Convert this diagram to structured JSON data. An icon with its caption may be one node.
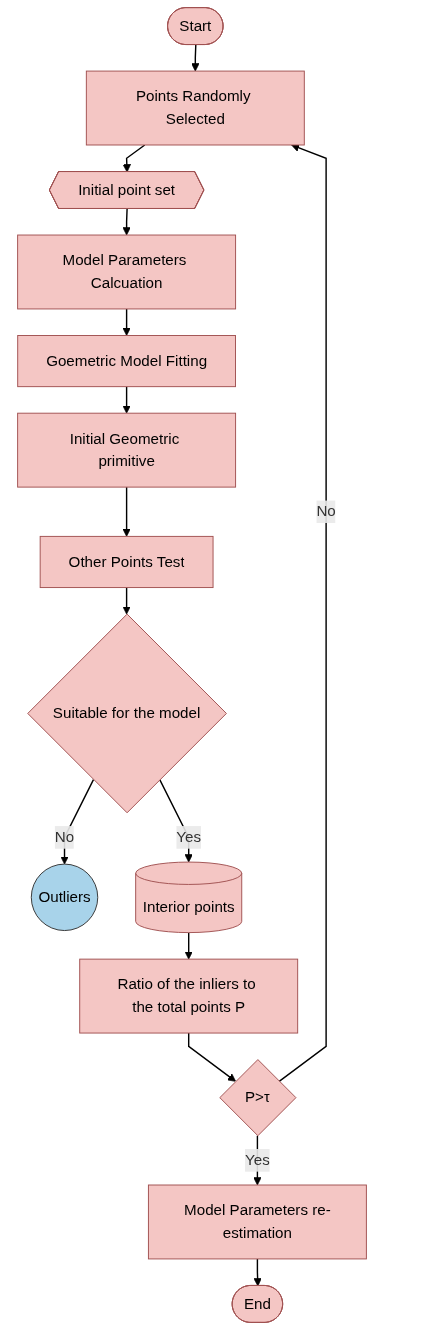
{
  "diagram": {
    "nodes": [
      {
        "text": [
          "Start"
        ]
      },
      {
        "text": [
          "Points Randomly Selected"
        ]
      },
      {
        "text": [
          "Initial point set"
        ]
      },
      {
        "text": [
          "Model Parameters Calcuation"
        ]
      },
      {
        "text": [
          "Goemetric Model Fitting"
        ]
      },
      {
        "text": [
          "Initial Geometric primitive"
        ]
      },
      {
        "text": [
          "Other Points Test"
        ]
      },
      {
        "text": [
          "Suitable for the model"
        ]
      },
      {
        "text": [
          "Outliers"
        ]
      },
      {
        "text": [
          "Interior points"
        ]
      },
      {
        "text": [
          "Ratio of the inliers to the total points P"
        ]
      },
      {
        "text": [
          "P>τ"
        ]
      },
      {
        "text": [
          "Model Parameters re-estimation"
        ]
      },
      {
        "text": [
          "End"
        ]
      }
    ],
    "edges": [
      {
        "from": 0,
        "to": 1,
        "arrow": "to"
      },
      {
        "from": 1,
        "to": 2,
        "arrow": "to"
      },
      {
        "from": 2,
        "to": 3,
        "arrow": "to"
      },
      {
        "from": 3,
        "to": 4,
        "arrow": "to"
      },
      {
        "from": 4,
        "to": 5,
        "arrow": "to"
      },
      {
        "from": 5,
        "to": 6,
        "arrow": "to"
      },
      {
        "from": 6,
        "to": 7,
        "arrow": "to"
      },
      {
        "from": 7,
        "to": 8,
        "label": "No",
        "arrow": "to"
      },
      {
        "from": 7,
        "to": 9,
        "label": "Yes",
        "arrow": "to"
      },
      {
        "from": 9,
        "to": 10,
        "arrow": "to"
      },
      {
        "from": 10,
        "to": 11,
        "arrow": "to"
      },
      {
        "from": 11,
        "to": 1,
        "label": "No",
        "arrow": "to"
      },
      {
        "from": 11,
        "to": 12,
        "label": "Yes",
        "arrow": "to"
      },
      {
        "from": 12,
        "to": 13,
        "arrow": "to"
      }
    ]
  }
}
